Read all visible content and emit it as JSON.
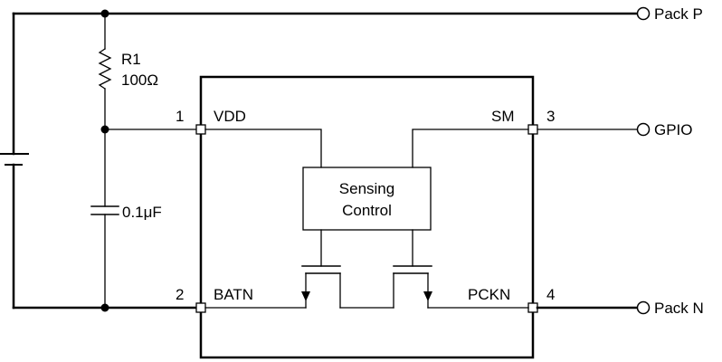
{
  "terminals": {
    "pack_p": "Pack P",
    "gpio": "GPIO",
    "pack_n": "Pack N"
  },
  "resistor": {
    "ref": "R1",
    "value": "100Ω"
  },
  "capacitor": {
    "value": "0.1μF"
  },
  "ic": {
    "pins": {
      "p1": {
        "number": "1",
        "name": "VDD"
      },
      "p2": {
        "number": "2",
        "name": "BATN"
      },
      "p3": {
        "number": "3",
        "name": "SM"
      },
      "p4": {
        "number": "4",
        "name": "PCKN"
      }
    },
    "block": {
      "line1": "Sensing",
      "line2": "Control"
    }
  }
}
